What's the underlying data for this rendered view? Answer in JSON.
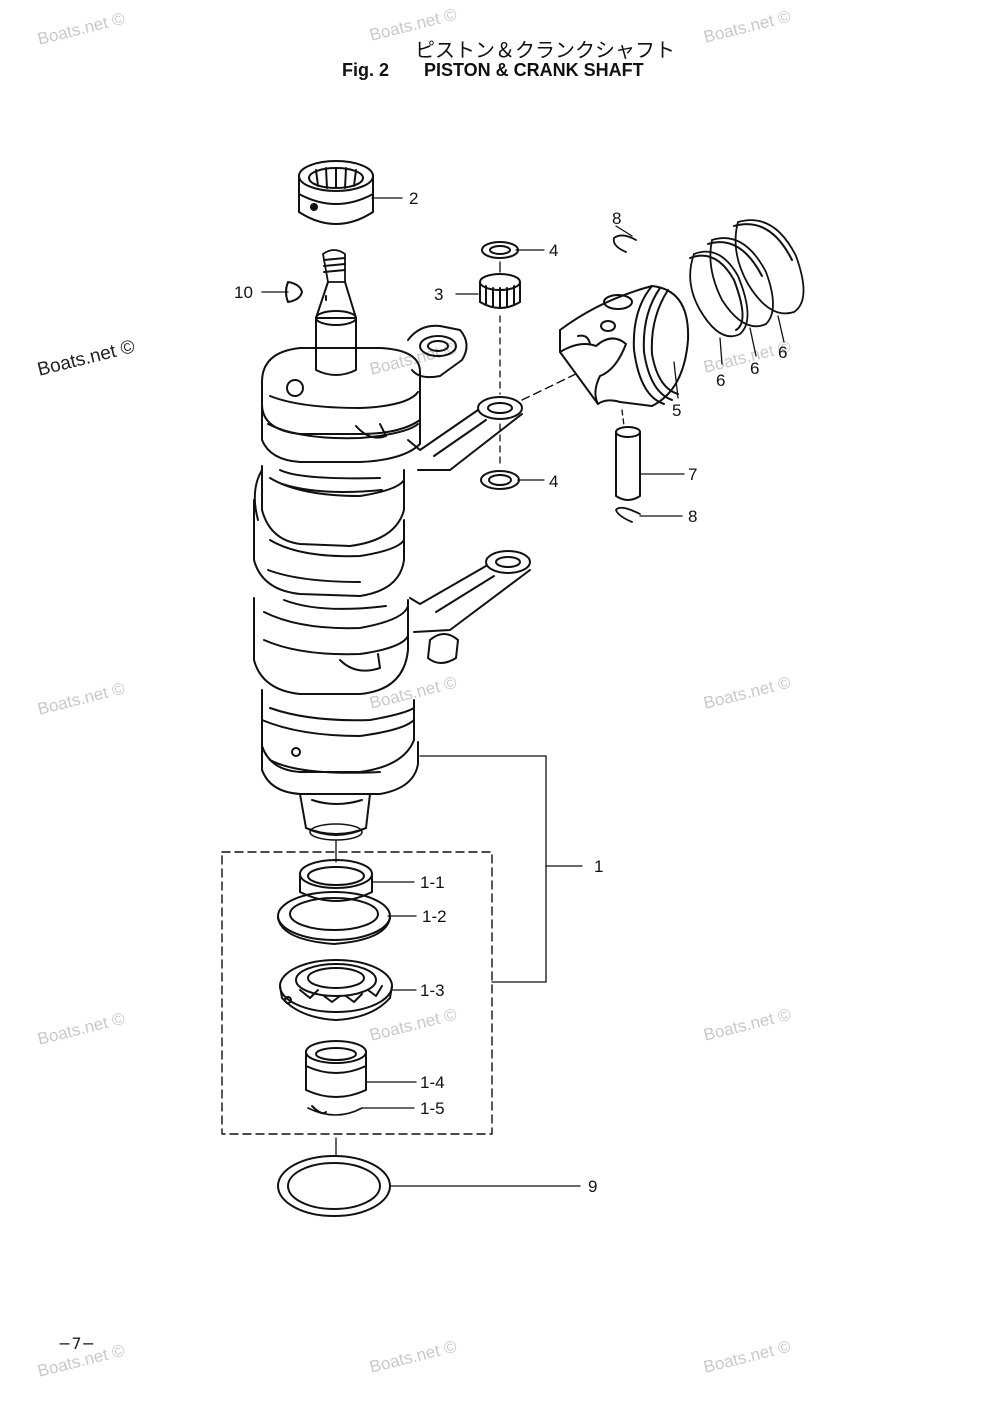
{
  "header": {
    "title_jp": "ピストン＆クランクシャフト",
    "fig_label": "Fig. 2",
    "title_en": "PISTON & CRANK SHAFT"
  },
  "watermark": {
    "text": "Boats.net ©"
  },
  "page_number": "−7−",
  "callouts": {
    "c1": "1",
    "c1_1": "1-1",
    "c1_2": "1-2",
    "c1_3": "1-3",
    "c1_4": "1-4",
    "c1_5": "1-5",
    "c2": "2",
    "c3": "3",
    "c4a": "4",
    "c4b": "4",
    "c5": "5",
    "c6a": "6",
    "c6b": "6",
    "c6c": "6",
    "c7": "7",
    "c8a": "8",
    "c8b": "8",
    "c9": "9",
    "c10": "10"
  }
}
